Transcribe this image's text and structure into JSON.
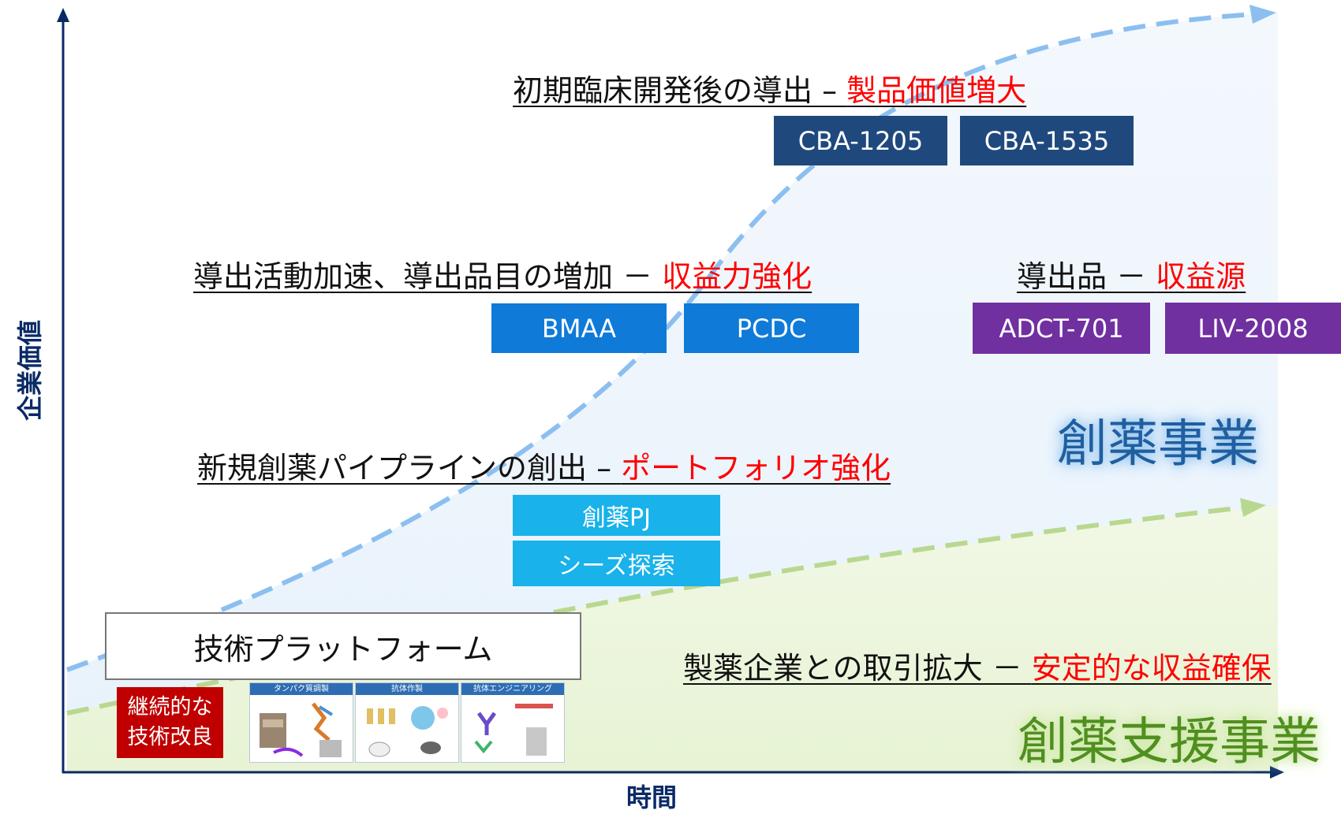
{
  "axes": {
    "y_label": "企業価値",
    "x_label": "時間"
  },
  "colors": {
    "drug_discovery_curve": "#8cbff0",
    "support_curve": "#b9d88f",
    "highlight_text": "#ff0000",
    "navy_box": "#1f497d",
    "blue_box": "#0f7ad8",
    "purple_box": "#7030a0",
    "cyan_box": "#19b2ea",
    "red_box": "#c00000"
  },
  "headings": {
    "clinical": {
      "text": "初期臨床開発後の導出 – ",
      "highlight": "製品価値増大"
    },
    "licensing": {
      "text": "導出活動加速、導出品目の増加 － ",
      "highlight": "収益力強化"
    },
    "licensed": {
      "text": "導出品 － ",
      "highlight": "収益源"
    },
    "pipeline": {
      "text": "新規創薬パイプラインの創出 – ",
      "highlight": "ポートフォリオ強化"
    },
    "pharma": {
      "text": "製薬企業との取引拡大 － ",
      "highlight": "安定的な収益確保"
    }
  },
  "programs": {
    "clinical": [
      "CBA-1205",
      "CBA-1535"
    ],
    "licensing": [
      "BMAA",
      "PCDC"
    ],
    "licensed": [
      "ADCT-701",
      "LIV-2008"
    ],
    "discovery": [
      "創薬PJ",
      "シーズ探索"
    ]
  },
  "platform": {
    "title": "技術プラットフォーム",
    "improvement": "継続的な\n技術改良",
    "thumbnails": [
      {
        "title": "タンパク質調製"
      },
      {
        "title": "抗体作製"
      },
      {
        "title": "抗体エンジニアリング"
      }
    ]
  },
  "business": {
    "drug_discovery": "創薬事業",
    "drug_support": "創薬支援事業"
  }
}
